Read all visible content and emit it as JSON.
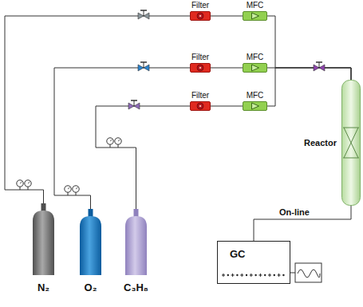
{
  "diagram": {
    "nodes": [
      {
        "text": [
          "Filter"
        ]
      },
      {
        "text": [
          "MFC"
        ]
      },
      {
        "text": [
          "Filter"
        ]
      },
      {
        "text": [
          "MFC"
        ]
      },
      {
        "text": [
          "Filter"
        ]
      },
      {
        "text": [
          "MFC"
        ]
      },
      {
        "text": [
          "Reactor"
        ]
      },
      {
        "text": [
          "GC"
        ]
      },
      {
        "text": [
          "N₂"
        ]
      },
      {
        "text": [
          "O₂"
        ]
      },
      {
        "text": [
          "C₃H₈"
        ]
      }
    ],
    "edges": [
      {
        "from": 8,
        "to": 0,
        "arrow": "none"
      },
      {
        "from": 9,
        "to": 2,
        "arrow": "none"
      },
      {
        "from": 10,
        "to": 4,
        "arrow": "none"
      },
      {
        "from": 0,
        "to": 1,
        "arrow": "none"
      },
      {
        "from": 2,
        "to": 3,
        "arrow": "none"
      },
      {
        "from": 4,
        "to": 5,
        "arrow": "none"
      },
      {
        "from": 1,
        "to": 6,
        "arrow": "none"
      },
      {
        "from": 3,
        "to": 6,
        "arrow": "none"
      },
      {
        "from": 5,
        "to": 6,
        "arrow": "none"
      },
      {
        "from": 6,
        "to": 7,
        "label": "On-line",
        "arrow": "none"
      }
    ]
  }
}
